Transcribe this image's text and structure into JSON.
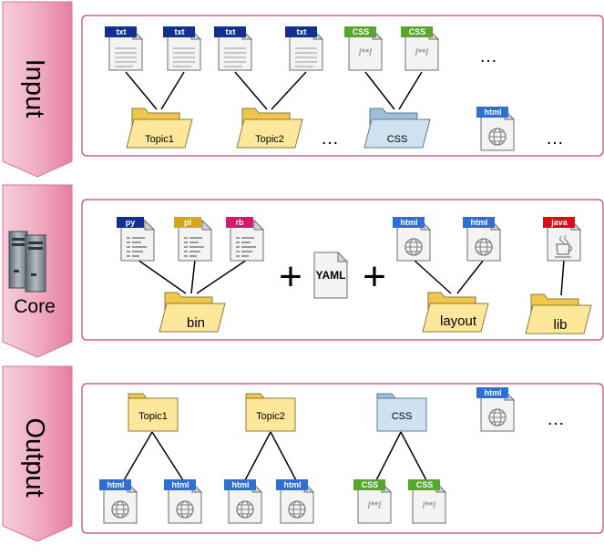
{
  "stages": {
    "input": "Input",
    "core": "Core",
    "output": "Output"
  },
  "input": {
    "file_tags": {
      "txt": "txt",
      "css": "CSS",
      "html": "html"
    },
    "css_glyph": "/**/",
    "folders": {
      "topic1": "Topic1",
      "topic2": "Topic2",
      "css": "CSS"
    },
    "ellipsis": "…"
  },
  "core": {
    "script_tags": {
      "py": "py",
      "pl": "pl",
      "rb": "rb"
    },
    "folder_bin": "bin",
    "plus": "+",
    "yaml": "YAML",
    "layout_tag": "html",
    "folder_layout": "layout",
    "java_tag": "java",
    "folder_lib": "lib"
  },
  "output": {
    "folders": {
      "topic1": "Topic1",
      "topic2": "Topic2",
      "css": "CSS"
    },
    "html_tag": "html",
    "css_tag": "CSS",
    "css_glyph": "/**/",
    "ellipsis": "…"
  },
  "colors": {
    "stage_pink": "#f2b8c8",
    "panel_border": "#cc3f75",
    "folder_yellow": "#fde79a",
    "folder_blue": "#cfe2ef",
    "tag_navy": "#11308f",
    "tag_green": "#58a62e",
    "tag_blue": "#2f6fd4",
    "tag_yellow": "#d7a519",
    "tag_pink": "#d6186f",
    "tag_red": "#d90e16"
  }
}
